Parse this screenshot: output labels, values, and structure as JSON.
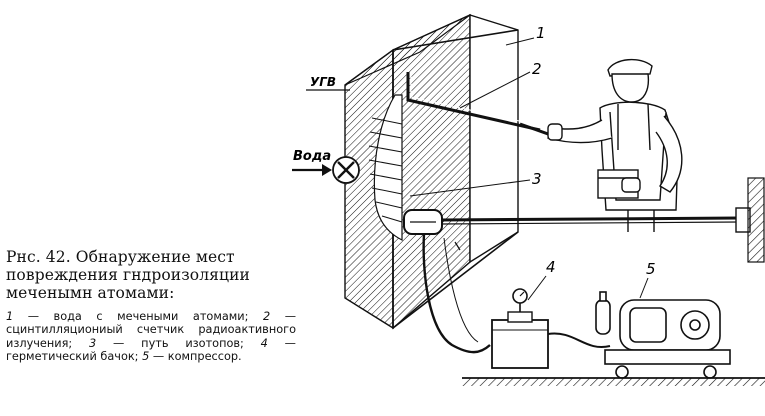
{
  "figure": {
    "caption_title": "Рнс. 42. Обнаружение мест повреждения гндроизоляции меченымн атомами:",
    "labels": {
      "ugv": "УГВ",
      "water": "Вода",
      "n1": "1",
      "n2": "2",
      "n3": "3",
      "n4": "4",
      "n5": "5"
    },
    "legend": [
      {
        "num": "1",
        "text": " — вода с мечеными атомами; "
      },
      {
        "num": "2",
        "text": " — сцинтилляциониый счетчик радиоактивного излучения; "
      },
      {
        "num": "3",
        "text": " — путь изотопов; "
      },
      {
        "num": "4",
        "text": " — герметический бачок; "
      },
      {
        "num": "5",
        "text": " — компрессор."
      }
    ]
  },
  "colors": {
    "ink": "#111111",
    "paper": "#ffffff"
  }
}
